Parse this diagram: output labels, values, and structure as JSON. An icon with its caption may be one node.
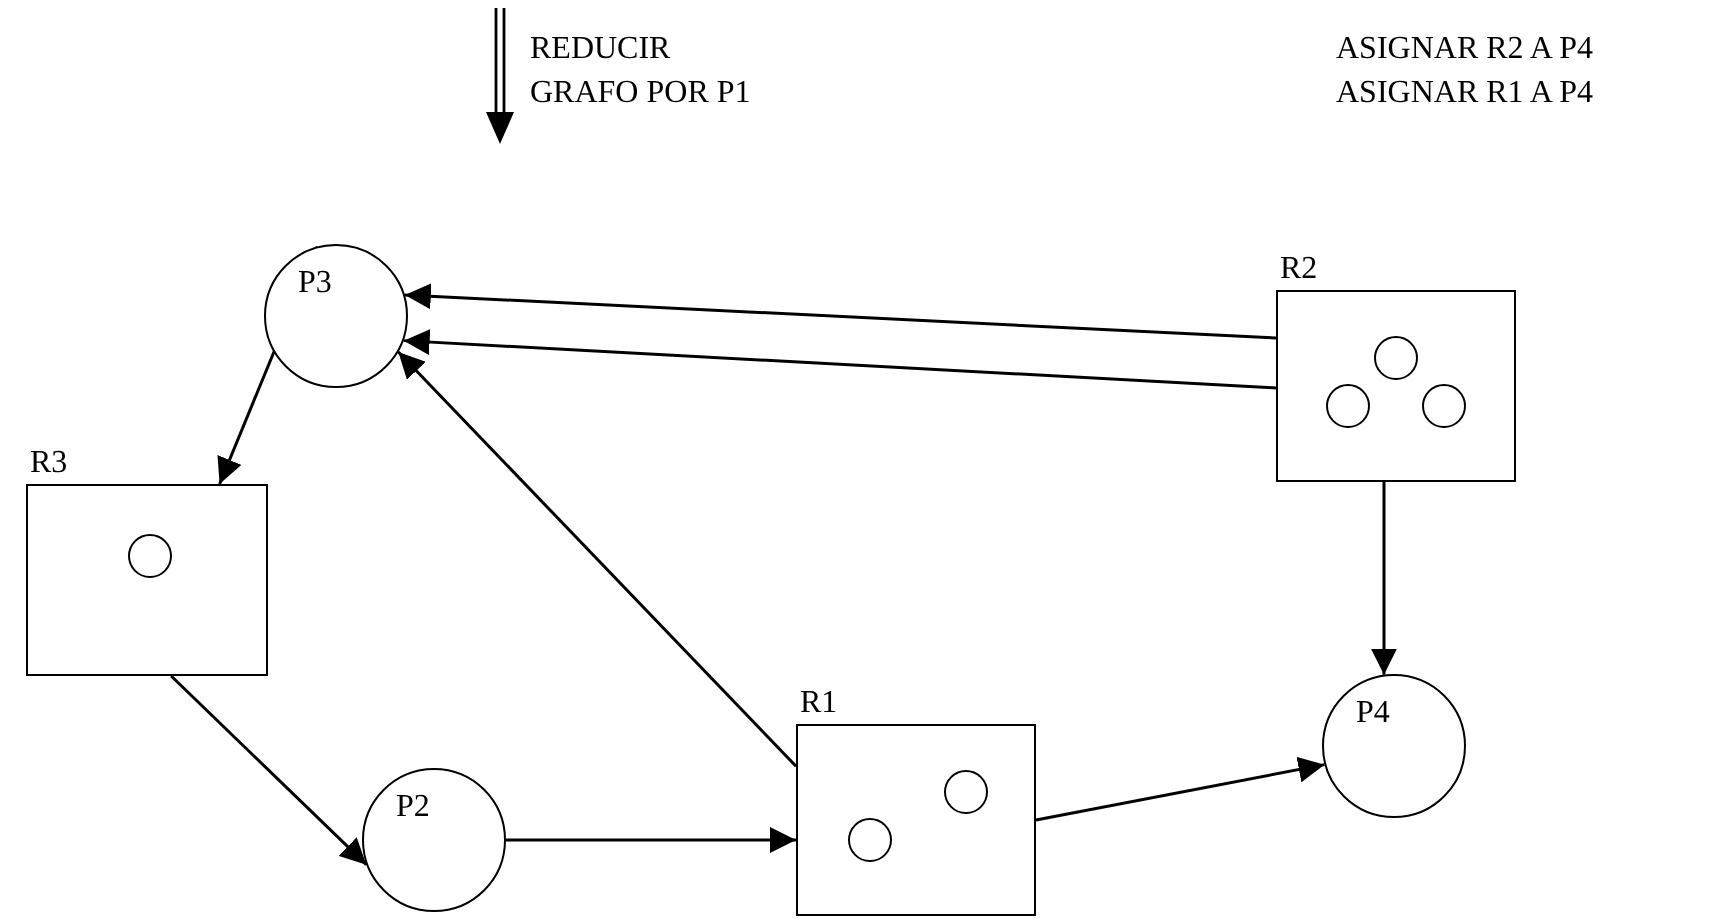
{
  "diagram": {
    "nodes": [
      {
        "text": [
          "P3"
        ]
      },
      {
        "text": [
          "R2"
        ]
      },
      {
        "text": [
          "R3"
        ]
      },
      {
        "text": [
          "P4"
        ]
      },
      {
        "text": [
          "R1"
        ]
      },
      {
        "text": [
          "P2"
        ]
      }
    ],
    "edges": [
      {
        "from": 1,
        "to": 0,
        "arrow": "to"
      },
      {
        "from": 1,
        "to": 0,
        "arrow": "to"
      },
      {
        "from": 0,
        "to": 2,
        "arrow": "to"
      },
      {
        "from": 2,
        "to": 5,
        "arrow": "to"
      },
      {
        "from": 5,
        "to": 4,
        "arrow": "to"
      },
      {
        "from": 4,
        "to": 0,
        "arrow": "to"
      },
      {
        "from": 4,
        "to": 3,
        "arrow": "to"
      },
      {
        "from": 1,
        "to": 3,
        "arrow": "to"
      }
    ],
    "labels": [
      "REDUCIR GRAFO POR P1",
      "ASIGNAR R2 A P4",
      "ASIGNAR R1 A P4"
    ]
  }
}
